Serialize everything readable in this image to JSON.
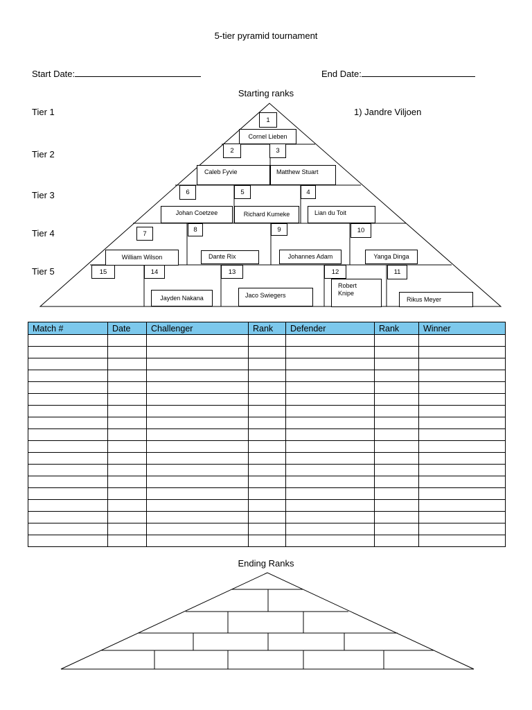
{
  "title": "5-tier pyramid tournament",
  "start_date_label": "Start Date:",
  "end_date_label": "End Date:",
  "starting_ranks_label": "Starting ranks",
  "ending_ranks_label": "Ending Ranks",
  "tiers": [
    "Tier 1",
    "Tier 2",
    "Tier 3",
    "Tier 4",
    "Tier 5"
  ],
  "leader_note": "1) Jandre Viljoen",
  "rank_numbers": [
    "1",
    "2",
    "3",
    "4",
    "5",
    "6",
    "7",
    "8",
    "9",
    "10",
    "11",
    "12",
    "13",
    "14",
    "15"
  ],
  "players": {
    "p1": "Cornel Lieben",
    "p2": "Caleb Fyvie",
    "p3": "Matthew Stuart",
    "p4": "Lian du Toit",
    "p5": "Richard Kumeke",
    "p6": "Johan Coetzee",
    "p7": "William Wilson",
    "p8": "Dante Rix",
    "p9": "Johannes Adam",
    "p10": "Yanga Dinga",
    "p11": "Rikus Meyer",
    "p12": "Robert Knipe",
    "p13": "Jaco Swiegers",
    "p14": "Jayden Nakana"
  },
  "table": {
    "headers": [
      "Match #",
      "Date",
      "Challenger",
      "Rank",
      "Defender",
      "Rank",
      "Winner"
    ],
    "header_color": "#7cc8ec",
    "empty_rows": 18
  }
}
